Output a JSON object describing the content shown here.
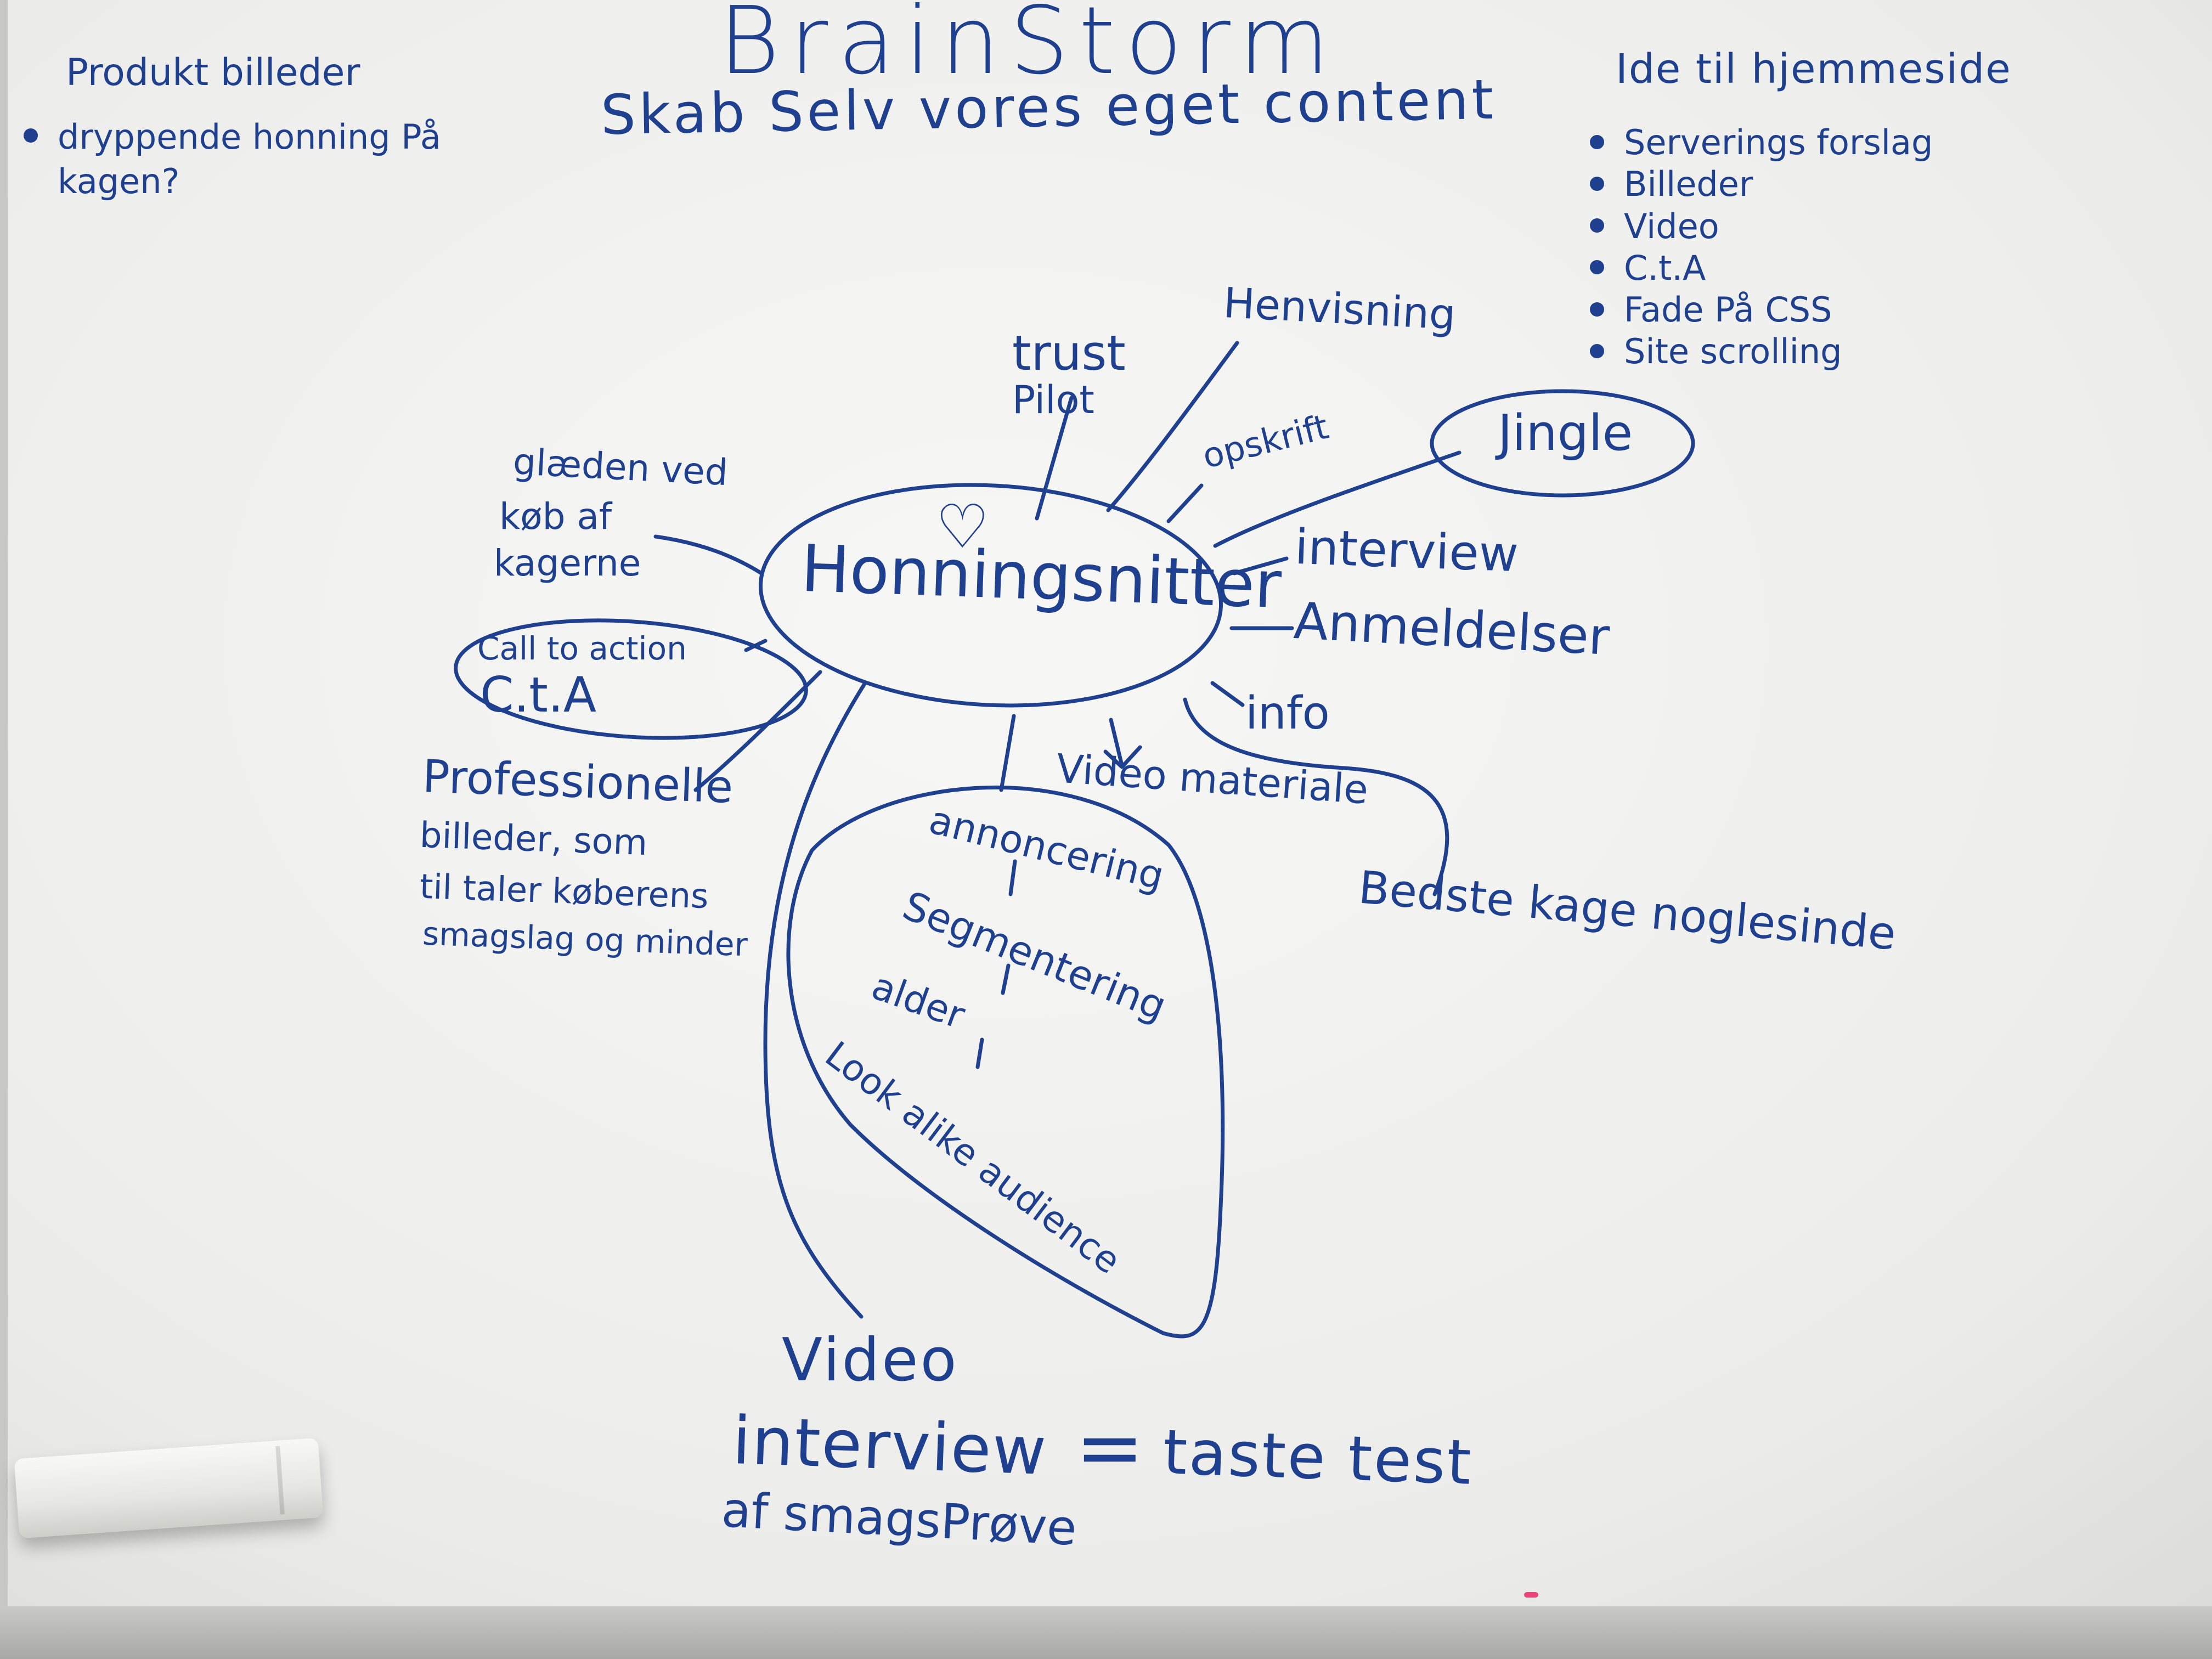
{
  "board": {
    "title": "BrainStorm",
    "subtitle": "Skab Selv vores eget content"
  },
  "product_block": {
    "heading": "Produkt billeder",
    "items": [
      "dryppende honning På kagen?"
    ]
  },
  "website_block": {
    "heading": "Ide til hjemmeside",
    "items": [
      "Serverings forslag",
      "Billeder",
      "Video",
      "C.t.A",
      "Fade På CSS",
      "Site scrolling"
    ]
  },
  "center": {
    "heart_icon": "heart-icon",
    "label": "Honningsnitter"
  },
  "branches": {
    "trust": "trust",
    "pilot": "Pilot",
    "henvisning": "Henvisning",
    "opskrift": "opskrift",
    "jingle": "Jingle",
    "interview": "interview",
    "anmeldelser": "Anmeldelser",
    "info": "info",
    "video_materiale": "Video materiale",
    "bedste_kage": "Bedste kage noglesinde",
    "glaeden": [
      "glæden ved",
      "køb af",
      "kagerne"
    ],
    "cta_small": "Call to action",
    "cta_big": "C.t.A",
    "professionelle": [
      "Professionelle",
      "billeder, som",
      "til taler køberens",
      "smagslag og minder"
    ]
  },
  "audience_chain": [
    "annoncering",
    "Segmentering",
    "alder",
    "Look alike audience"
  ],
  "bottom": {
    "video": "Video",
    "interview": "interview",
    "equals": "=",
    "taste_test": "taste test",
    "af_smagsprove": "af smagsPrøve"
  },
  "colors": {
    "ink": "#1f3f8f",
    "board": "#f1f1ef"
  }
}
